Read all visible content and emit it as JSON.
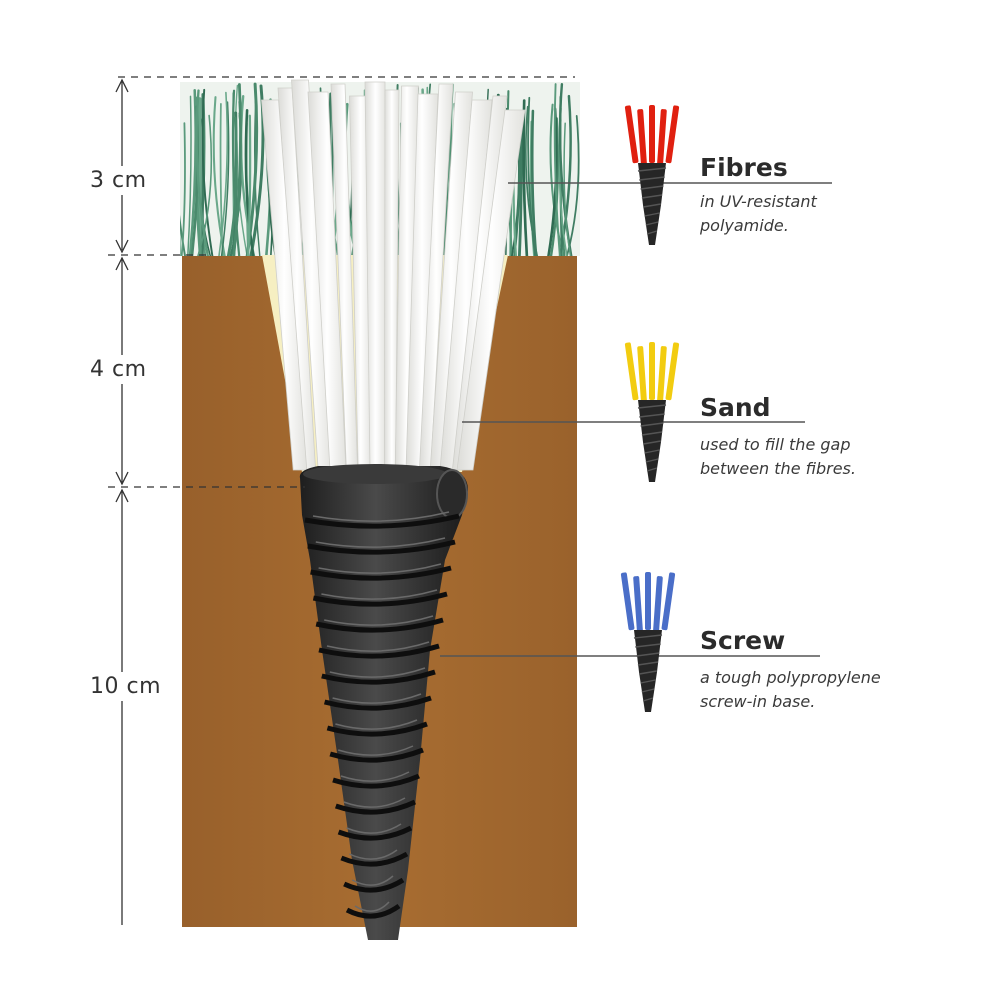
{
  "dimensions": {
    "top": "3 cm",
    "middle": "4 cm",
    "bottom": "10 cm"
  },
  "legend": {
    "fibres": {
      "title": "Fibres",
      "line1": "in UV-resistant",
      "line2": "polyamide.",
      "color": "#e02010"
    },
    "sand": {
      "title": "Sand",
      "line1": "used to fill the gap",
      "line2": "between the fibres.",
      "color": "#f2cc10"
    },
    "screw": {
      "title": "Screw",
      "line1": "a tough polypropylene",
      "line2": "screw-in base.",
      "color": "#4a6ec8"
    }
  },
  "colors": {
    "soil": "#a4692f",
    "grass": "#4f8a6e",
    "sand": "#f5eebf",
    "fibre": "#f3f3ef",
    "screw": "#2c2c2c"
  }
}
